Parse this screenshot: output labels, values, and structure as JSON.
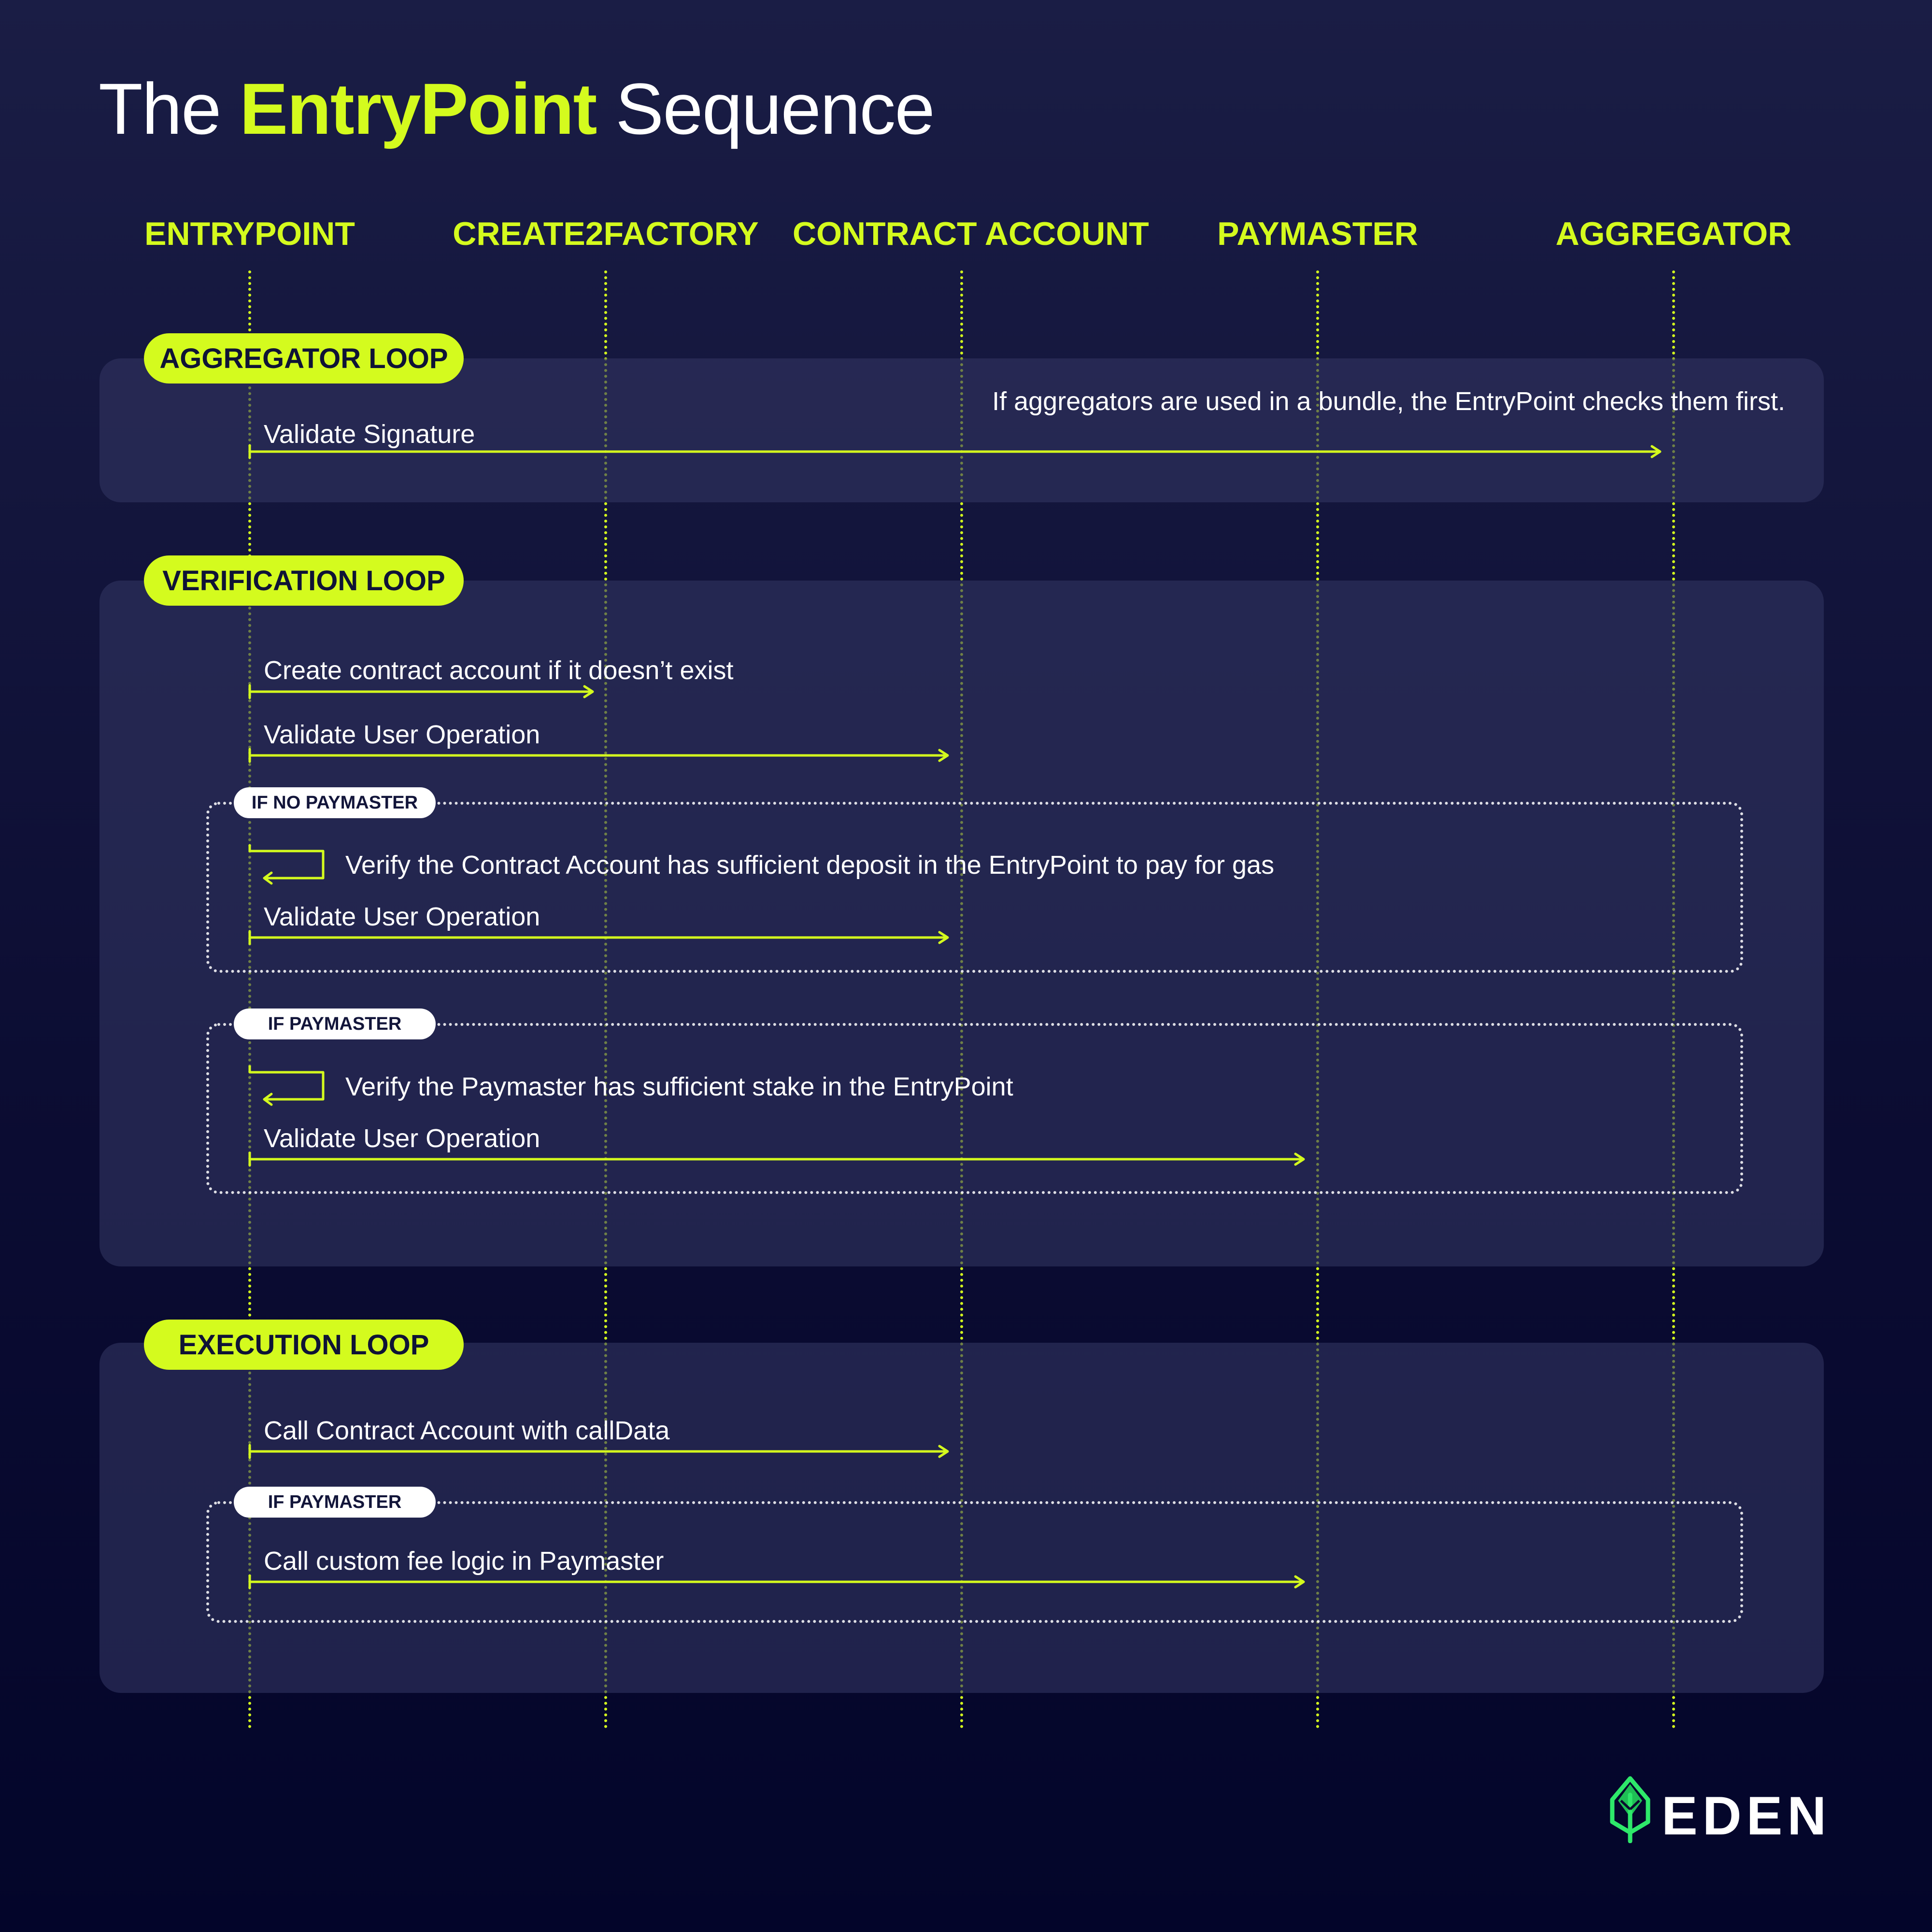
{
  "title": {
    "prefix": "The ",
    "highlight": "EntryPoint",
    "suffix": " Sequence"
  },
  "colors": {
    "accent": "#d4fb1e",
    "background_top": "#1a1d45",
    "background_bottom": "#03052a",
    "panel": "#30345f",
    "text": "#ffffff"
  },
  "participants": [
    "ENTRYPOINT",
    "CREATE2FACTORY",
    "CONTRACT ACCOUNT",
    "PAYMASTER",
    "AGGREGATOR"
  ],
  "loops": {
    "aggregator": {
      "label": "AGGREGATOR LOOP",
      "note": "If aggregators are used in a bundle, the EntryPoint checks them first.",
      "messages": [
        {
          "from": "ENTRYPOINT",
          "to": "AGGREGATOR",
          "label": "Validate Signature"
        }
      ]
    },
    "verification": {
      "label": "VERIFICATION LOOP",
      "messages": [
        {
          "from": "ENTRYPOINT",
          "to": "CREATE2FACTORY",
          "label": "Create contract account if it doesn’t exist"
        },
        {
          "from": "ENTRYPOINT",
          "to": "CONTRACT ACCOUNT",
          "label": "Validate User Operation"
        }
      ],
      "conditions": [
        {
          "tag": "IF NO PAYMASTER",
          "self_message": "Verify the Contract Account has sufficient deposit in the EntryPoint to pay for gas",
          "messages": [
            {
              "from": "ENTRYPOINT",
              "to": "CONTRACT ACCOUNT",
              "label": "Validate User Operation"
            }
          ]
        },
        {
          "tag": "IF PAYMASTER",
          "self_message": "Verify the Paymaster has sufficient stake in the EntryPoint",
          "messages": [
            {
              "from": "ENTRYPOINT",
              "to": "PAYMASTER",
              "label": "Validate User Operation"
            }
          ]
        }
      ]
    },
    "execution": {
      "label": "EXECUTION LOOP",
      "messages": [
        {
          "from": "ENTRYPOINT",
          "to": "CONTRACT ACCOUNT",
          "label": "Call Contract Account with callData"
        }
      ],
      "conditions": [
        {
          "tag": "IF PAYMASTER",
          "messages": [
            {
              "from": "ENTRYPOINT",
              "to": "PAYMASTER",
              "label": "Call custom fee logic in Paymaster"
            }
          ]
        }
      ]
    }
  },
  "logo": {
    "text": "EDEN",
    "icon": "leaf-icon"
  }
}
